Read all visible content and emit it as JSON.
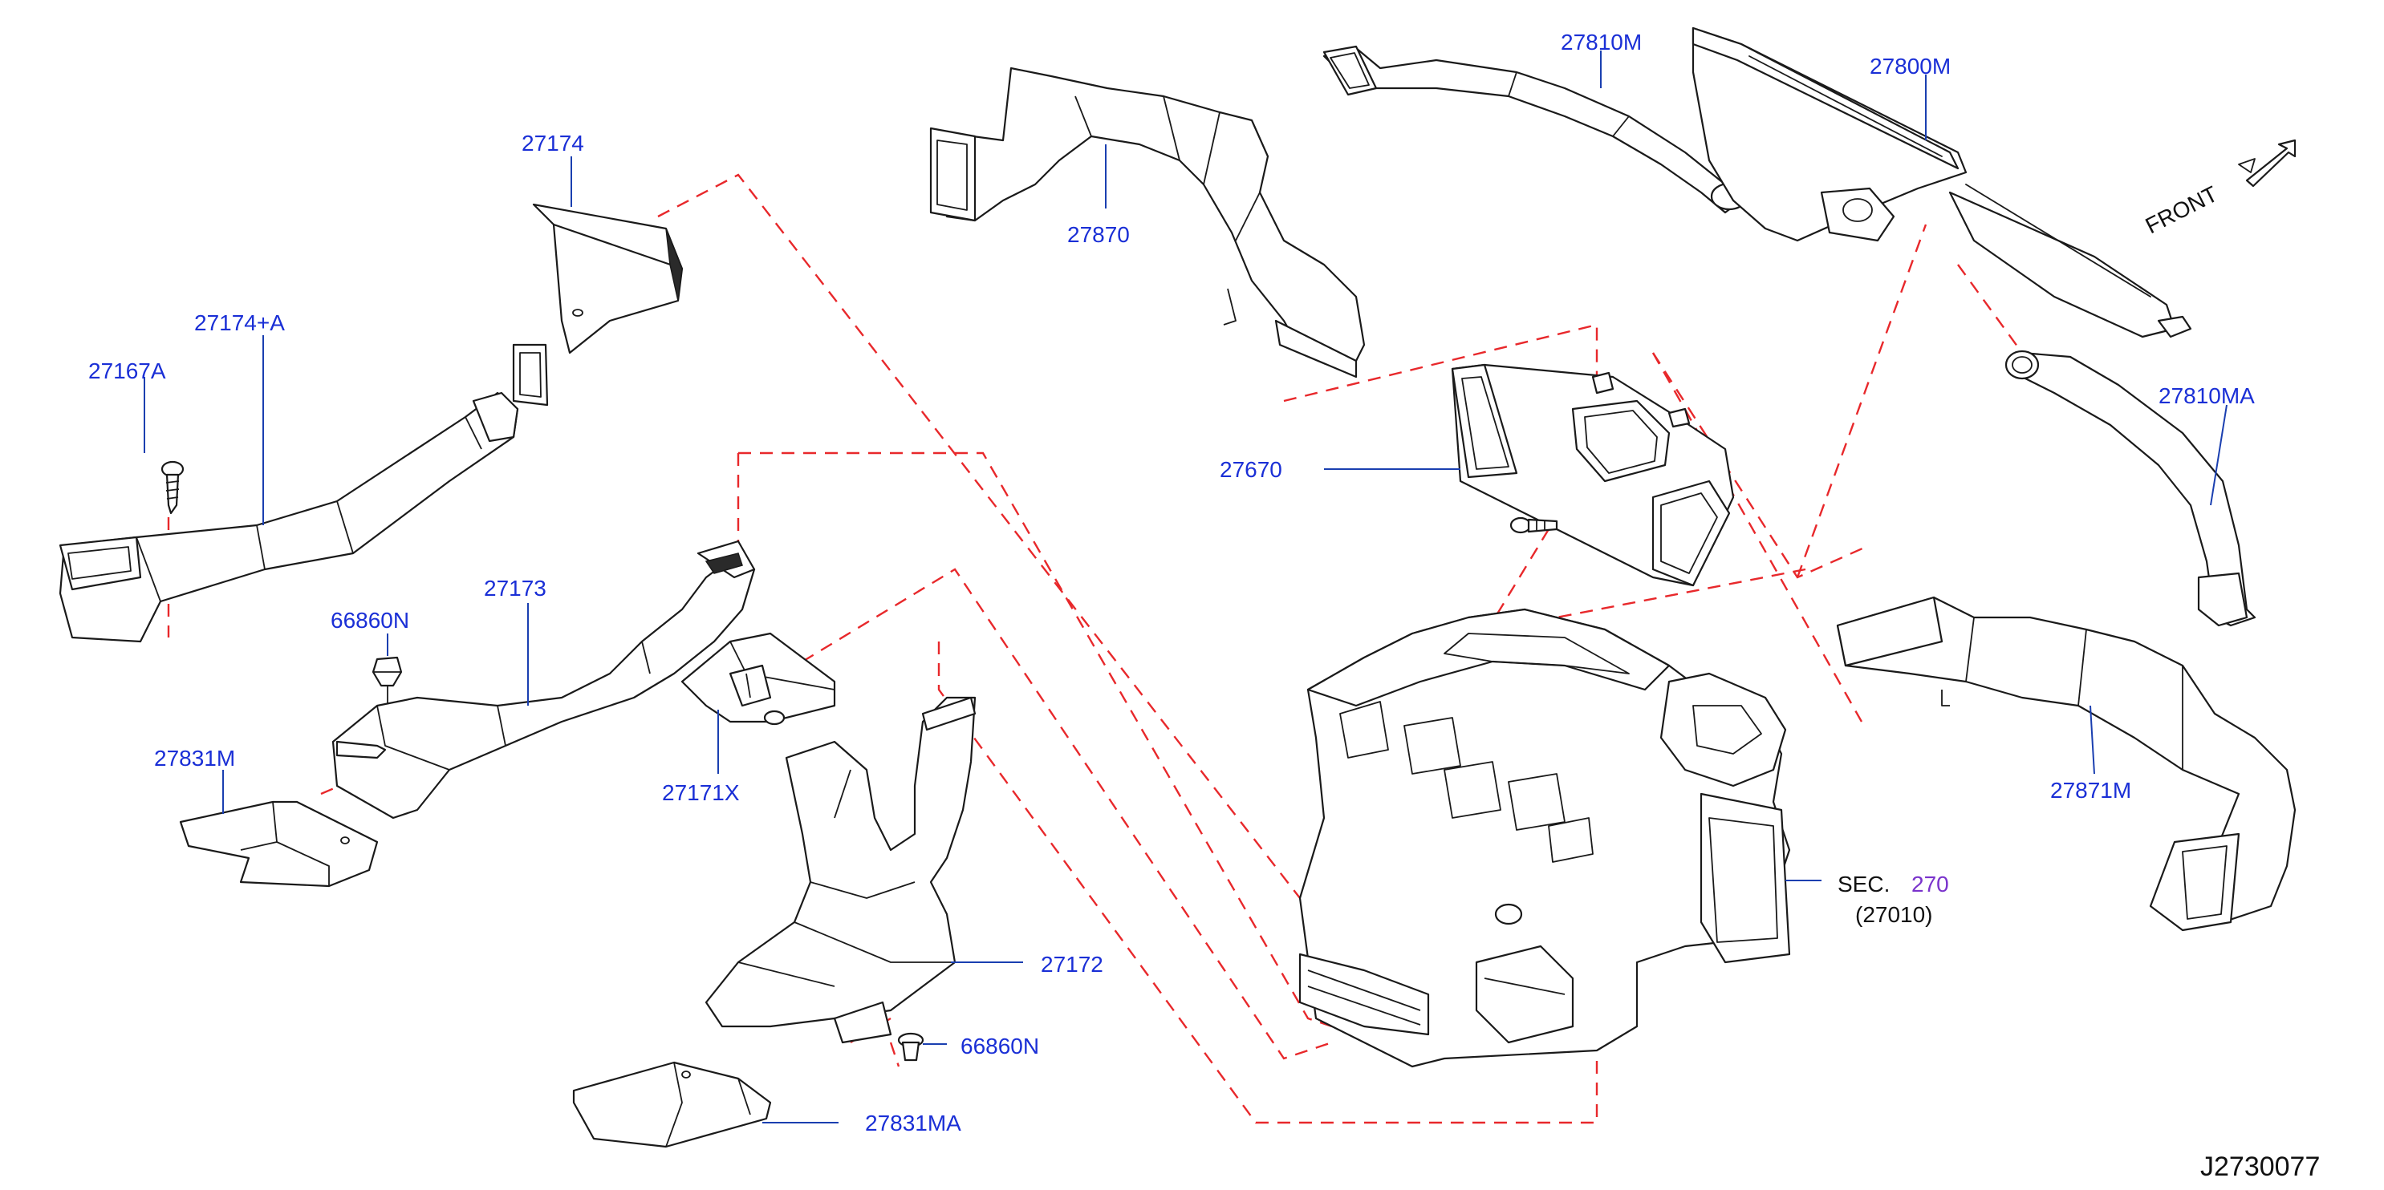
{
  "parts": [
    {
      "key": "p27174",
      "label": "27174"
    },
    {
      "key": "p27174a",
      "label": "27174+A"
    },
    {
      "key": "p27167a",
      "label": "27167A"
    },
    {
      "key": "p27870",
      "label": "27870"
    },
    {
      "key": "p27810m",
      "label": "27810M"
    },
    {
      "key": "p27800m",
      "label": "27800M"
    },
    {
      "key": "p27810ma",
      "label": "27810MA"
    },
    {
      "key": "p27670",
      "label": "27670"
    },
    {
      "key": "p27173",
      "label": "27173"
    },
    {
      "key": "p66860n_a",
      "label": "66860N"
    },
    {
      "key": "p27831m",
      "label": "27831M"
    },
    {
      "key": "p27171x",
      "label": "27171X"
    },
    {
      "key": "p27172",
      "label": "27172"
    },
    {
      "key": "p66860n_b",
      "label": "66860N"
    },
    {
      "key": "p27831ma",
      "label": "27831MA"
    },
    {
      "key": "p27871m",
      "label": "27871M"
    }
  ],
  "section_ref": {
    "prefix": "SEC.",
    "number": "270",
    "sub": "(27010)"
  },
  "front_label": "FRONT",
  "diagram_id": "J2730077",
  "colors": {
    "label": "#1a2fd6",
    "dashed": "#e8282b",
    "line": "#1a1a1a",
    "sec_number": "#7a33cc"
  }
}
